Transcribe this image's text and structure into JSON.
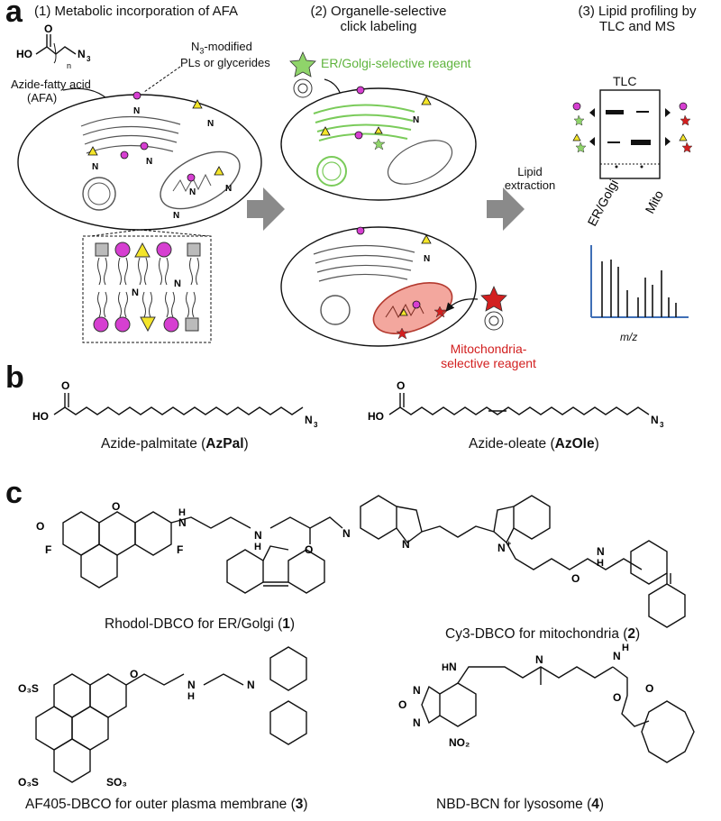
{
  "panel_a": {
    "letter": "a",
    "step1": "(1) Metabolic incorporation of AFA",
    "step2_line1": "(2) Organelle-selective",
    "step2_line2": "click labeling",
    "step3_line1": "(3) Lipid profiling by",
    "step3_line2": "TLC and MS",
    "afa_label_line1": "Azide-fatty acid",
    "afa_label_line2": "(AFA)",
    "n3_modified_line1": "N",
    "n3_modified_sub": "3",
    "n3_modified_rest": "-modified",
    "n3_modified_line2": "PLs or glycerides",
    "er_golgi_reagent": "ER/Golgi-selective reagent",
    "lipid_extraction_line1": "Lipid",
    "lipid_extraction_line2": "extraction",
    "mito_reagent_line1": "Mitochondria-",
    "mito_reagent_line2": "selective reagent",
    "tlc_title": "TLC",
    "tlc_lane1": "ER/Golgi",
    "tlc_lane2": "Mito",
    "ms_axis": "m/z",
    "azide": "N",
    "azide_sub": "3",
    "hydroxyl": "HO",
    "subscript_n": "n",
    "oxygen": "O"
  },
  "panel_b": {
    "letter": "b",
    "compound1_prefix": "Azide-palmitate (",
    "compound1_bold": "AzPal",
    "compound1_suffix": ")",
    "compound2_prefix": "Azide-oleate (",
    "compound2_bold": "AzOle",
    "compound2_suffix": ")",
    "atom_ho": "HO",
    "atom_o": "O",
    "atom_n": "N",
    "atom_n_sub": "3"
  },
  "panel_c": {
    "letter": "c",
    "cap1_prefix": "Rhodol-DBCO for ER/Golgi (",
    "cap1_num": "1",
    "cap2_prefix": "Cy3-DBCO for mitochondria (",
    "cap2_num": "2",
    "cap3_prefix": "AF405-DBCO for outer plasma membrane (",
    "cap3_num": "3",
    "cap4_prefix": "NBD-BCN for lysosome (",
    "cap4_num": "4",
    "cap_suffix": ")",
    "atom_o": "O",
    "atom_f": "F",
    "atom_h": "H",
    "atom_n": "N",
    "atom_n_plus": "+",
    "atom_so3": "O₃S",
    "atom_so3_right": "SO₃",
    "atom_minus": "−",
    "atom_no2": "NO₂"
  },
  "colors": {
    "magenta": "#d63fd1",
    "yellow": "#f4e52a",
    "green": "#6dc24b",
    "red": "#d21f1f",
    "gray_arrow": "#8a8a8a",
    "ms_blue": "#3f6fb6"
  }
}
